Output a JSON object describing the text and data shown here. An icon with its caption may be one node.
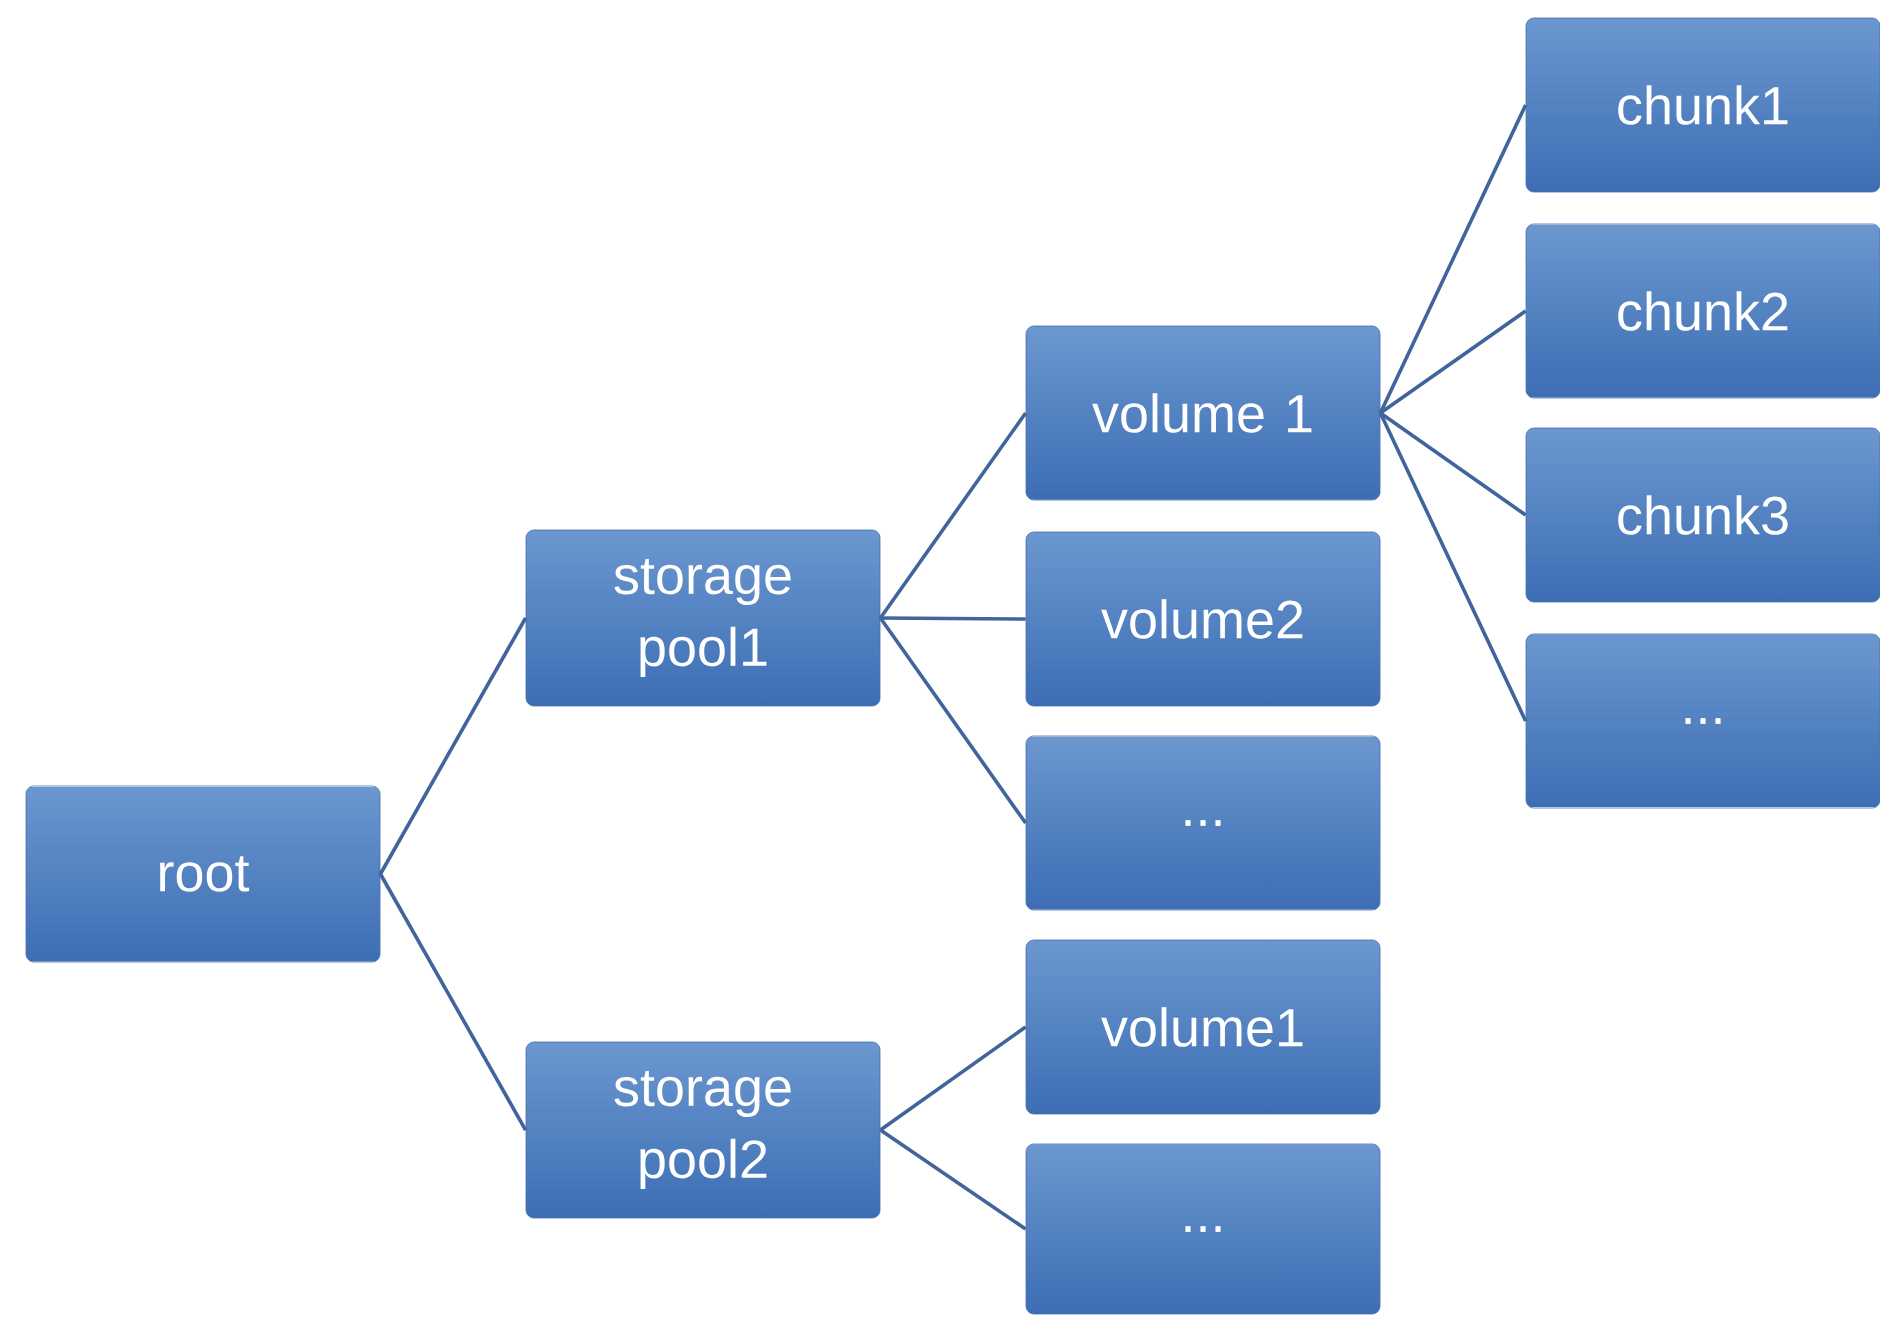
{
  "diagram": {
    "nodes": [
      {
        "text": [
          "root"
        ]
      },
      {
        "text": [
          "storage pool1"
        ]
      },
      {
        "text": [
          "storage pool2"
        ]
      },
      {
        "text": [
          "volume 1"
        ]
      },
      {
        "text": [
          "volume2"
        ]
      },
      {
        "text": [
          "..."
        ]
      },
      {
        "text": [
          "volume1"
        ]
      },
      {
        "text": [
          "..."
        ]
      },
      {
        "text": [
          "chunk1"
        ]
      },
      {
        "text": [
          "chunk2"
        ]
      },
      {
        "text": [
          "chunk3"
        ]
      },
      {
        "text": [
          "..."
        ]
      }
    ],
    "edges": [
      {
        "from": 0,
        "to": 1,
        "arrow": "none"
      },
      {
        "from": 0,
        "to": 2,
        "arrow": "none"
      },
      {
        "from": 1,
        "to": 3,
        "arrow": "none"
      },
      {
        "from": 1,
        "to": 4,
        "arrow": "none"
      },
      {
        "from": 1,
        "to": 5,
        "arrow": "none"
      },
      {
        "from": 2,
        "to": 6,
        "arrow": "none"
      },
      {
        "from": 2,
        "to": 7,
        "arrow": "none"
      },
      {
        "from": 3,
        "to": 8,
        "arrow": "none"
      },
      {
        "from": 3,
        "to": 9,
        "arrow": "none"
      },
      {
        "from": 3,
        "to": 10,
        "arrow": "none"
      },
      {
        "from": 3,
        "to": 11,
        "arrow": "none"
      }
    ]
  }
}
